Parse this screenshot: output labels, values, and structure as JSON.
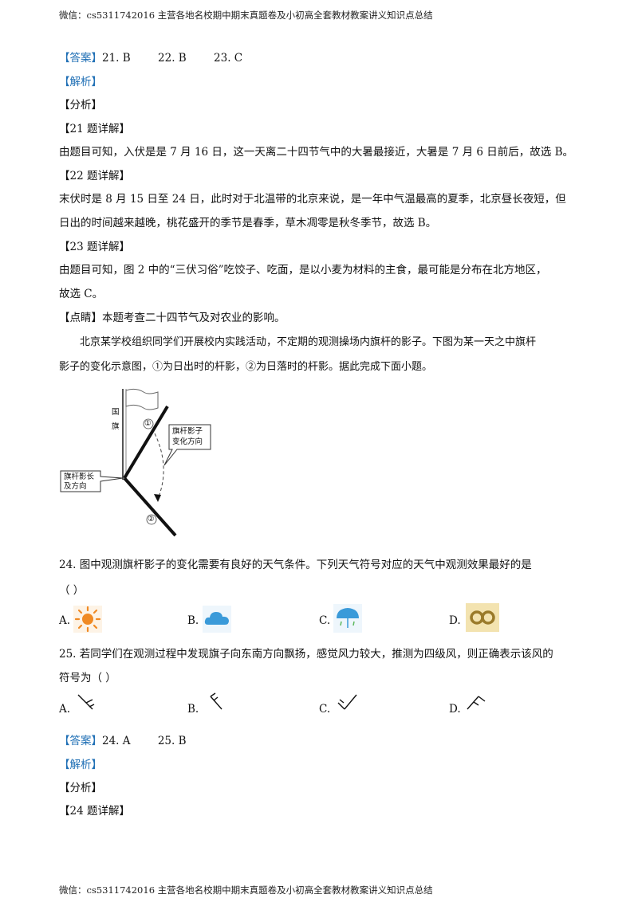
{
  "header_text": "微信：cs5311742016  主营各地名校期中期末真题卷及小初高全套教材教案讲义知识点总结",
  "footer_text": "微信：cs5311742016  主营各地名校期中期末真题卷及小初高全套教材教案讲义知识点总结",
  "section1": {
    "answer_tag": "【答案】",
    "answer_values": "21. B        22. B        23. C",
    "analysis_tag": "【解析】",
    "fenxi": "【分析】",
    "q21_title": "【21 题详解】",
    "q21_text": "由题目可知，入伏是是 7 月 16 日，这一天离二十四节气中的大暑最接近，大暑是 7 月 6 日前后，故选 B。",
    "q22_title": "【22 题详解】",
    "q22_text_1": "末伏时是 8 月 15 日至 24 日，此时对于北温带的北京来说，是一年中气温最高的夏季，北京昼长夜短，但",
    "q22_text_2": "日出的时间越来越晚，桃花盛开的季节是春季，草木凋零是秋冬季节，故选 B。",
    "q23_title": "【23 题详解】",
    "q23_text_1": "由题目可知，图 2 中的“三伏习俗”吃饺子、吃面，是以小麦为材料的主食，最可能是分布在北方地区，",
    "q23_text_2": "故选 C。",
    "dianjing": "【点睛】本题考查二十四节气及对农业的影响。"
  },
  "passage": {
    "line1": "北京某学校组织同学们开展校内实践活动，不定期的观测操场内旗杆的影子。下图为某一天之中旗杆",
    "line2": "影子的变化示意图，①为日出时的杆影，②为日落时的杆影。据此完成下面小题。"
  },
  "figure": {
    "flag_label_1": "国",
    "flag_label_2": "旗",
    "marker_1": "①",
    "marker_2": "②",
    "callout_direction_1": "旗杆影子",
    "callout_direction_2": "变化方向",
    "callout_length_1": "旗杆影长",
    "callout_length_2": "及方向"
  },
  "q24": {
    "stem_1": "24.  图中观测旗杆影子的变化需要有良好的天气条件。下列天气符号对应的天气中观测效果最好的是",
    "stem_2": "（     ）",
    "options": [
      {
        "label": "A.",
        "icon": "sun-icon"
      },
      {
        "label": "B.",
        "icon": "cloud-icon"
      },
      {
        "label": "C.",
        "icon": "rain-icon"
      },
      {
        "label": "D.",
        "icon": "haze-icon"
      }
    ],
    "colors": {
      "sun": "#f08a24",
      "cloud": "#3a9ad9",
      "haze_bg": "#f3e3b0",
      "haze_ring": "#9a7a2a"
    }
  },
  "q25": {
    "stem_1": "25.  若同学们在观测过程中发现旗子向东南方向飘扬，感觉风力较大，推测为四级风，则正确表示该风的",
    "stem_2": "符号为（     ）",
    "options": [
      "A.",
      "B.",
      "C.",
      "D."
    ]
  },
  "section2": {
    "answer_tag": "【答案】",
    "answer_values": "24. A        25. B",
    "analysis_tag": "【解析】",
    "fenxi": "【分析】",
    "q24_title": "【24 题详解】"
  }
}
